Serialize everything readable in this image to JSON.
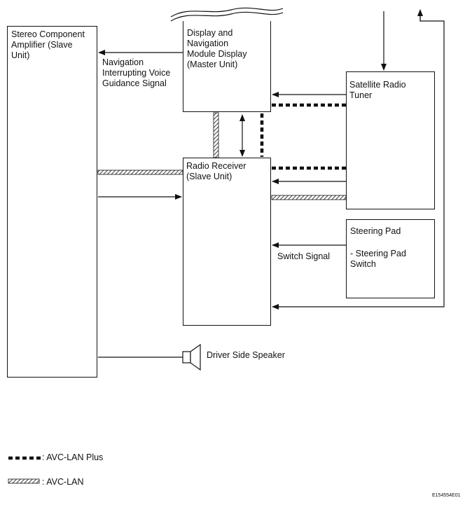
{
  "blocks": {
    "stereo_amp": {
      "label": "Stereo Component\nAmplifier (Slave\nUnit)"
    },
    "display_nav": {
      "label": "Display and\nNavigation\nModule Display\n(Master Unit)"
    },
    "satellite_tuner": {
      "label": "Satellite Radio\nTuner"
    },
    "radio_receiver": {
      "label": "Radio Receiver\n(Slave Unit)"
    },
    "steering_pad": {
      "title": "Steering Pad",
      "sub": "- Steering Pad\nSwitch"
    }
  },
  "signals": {
    "nav_voice": "Navigation\nInterrupting Voice\nGuidance Signal",
    "switch_signal": "Switch Signal",
    "speaker": "Driver Side Speaker"
  },
  "legend": {
    "avc_lan_plus": ": AVC-LAN Plus",
    "avc_lan": ": AVC-LAN"
  },
  "figure_code": "E154554E01"
}
